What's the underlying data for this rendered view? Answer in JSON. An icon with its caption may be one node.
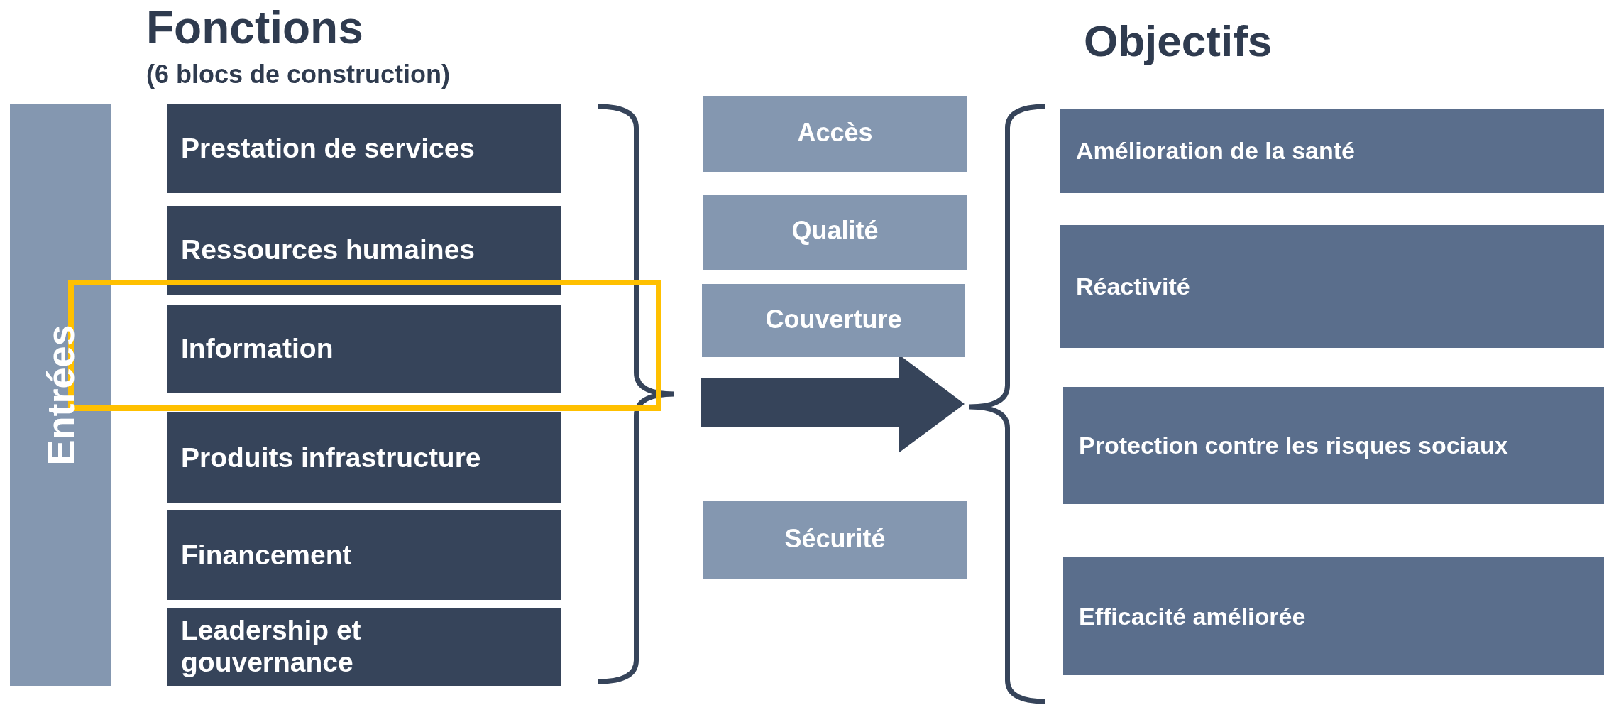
{
  "diagram": {
    "nodes": [
      {
        "text": [
          "Entrées"
        ]
      },
      {
        "text": [
          "Prestation de services"
        ]
      },
      {
        "text": [
          "Ressources humaines"
        ]
      },
      {
        "text": [
          "Information"
        ]
      },
      {
        "text": [
          "Produits infrastructure"
        ]
      },
      {
        "text": [
          "Financement"
        ]
      },
      {
        "text": [
          "Leadership et gouvernance"
        ]
      },
      {
        "text": [
          "Accès"
        ]
      },
      {
        "text": [
          "Qualité"
        ]
      },
      {
        "text": [
          "Couverture"
        ]
      },
      {
        "text": [
          "Sécurité"
        ]
      },
      {
        "text": [
          "Amélioration de la santé"
        ]
      },
      {
        "text": [
          "Réactivité"
        ]
      },
      {
        "text": [
          "Protection contre les risques sociaux"
        ]
      },
      {
        "text": [
          "Efficacité améliorée"
        ]
      }
    ],
    "labels": [
      "Fonctions",
      "(6 blocs de construction)",
      "Objectifs"
    ]
  }
}
